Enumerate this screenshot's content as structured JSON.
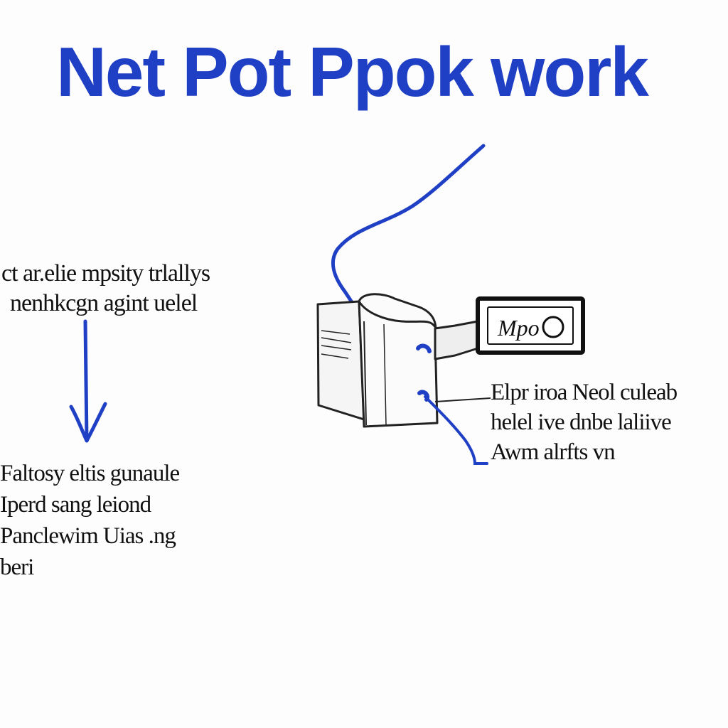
{
  "title": "Net Pot Ppok work",
  "device": {
    "tag_label": "Mpo"
  },
  "notes": {
    "left_top": [
      "ct ar.elie mpsity trlallys",
      "nenhkcgn agint uelel"
    ],
    "left_bottom": [
      "Faltosy eltis gunaule",
      "Iperd sang leiond",
      "Panclewim Uias .ng",
      "beri"
    ],
    "right": [
      "Elpr iroa Neol culeab",
      "helel ive dnbe laliive",
      "Awm alrfts vn"
    ]
  },
  "colors": {
    "accent": "#1f3fc4",
    "ink": "#111111",
    "background": "#fdfdfd"
  }
}
